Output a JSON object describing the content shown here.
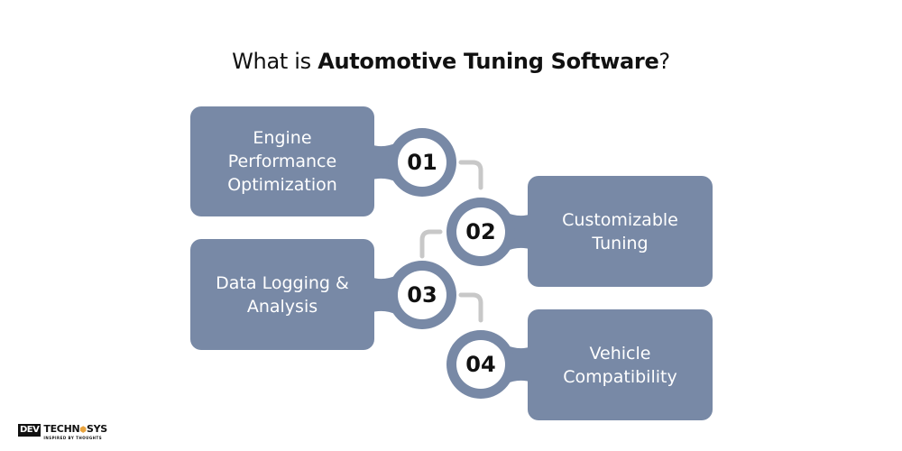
{
  "title": {
    "prefix": "What is ",
    "emphasis": "Automotive Tuning Software",
    "suffix": "?"
  },
  "colors": {
    "box": "#7889A6",
    "connector": "#C8C8C8",
    "badge_inner": "#FFFFFF",
    "number_text": "#111111",
    "box_text": "#FFFFFF"
  },
  "steps": [
    {
      "number": "01",
      "lines": [
        "Engine",
        "Performance",
        "Optimization"
      ]
    },
    {
      "number": "02",
      "lines": [
        "Customizable",
        "Tuning"
      ]
    },
    {
      "number": "03",
      "lines": [
        "Data Logging &",
        "Analysis"
      ]
    },
    {
      "number": "04",
      "lines": [
        "Vehicle",
        "Compatibility"
      ]
    }
  ],
  "logo": {
    "dev": "DEV",
    "brand_left": "TECHN",
    "brand_right": "SYS",
    "tagline": "INSPIRED BY THOUGHTS"
  }
}
